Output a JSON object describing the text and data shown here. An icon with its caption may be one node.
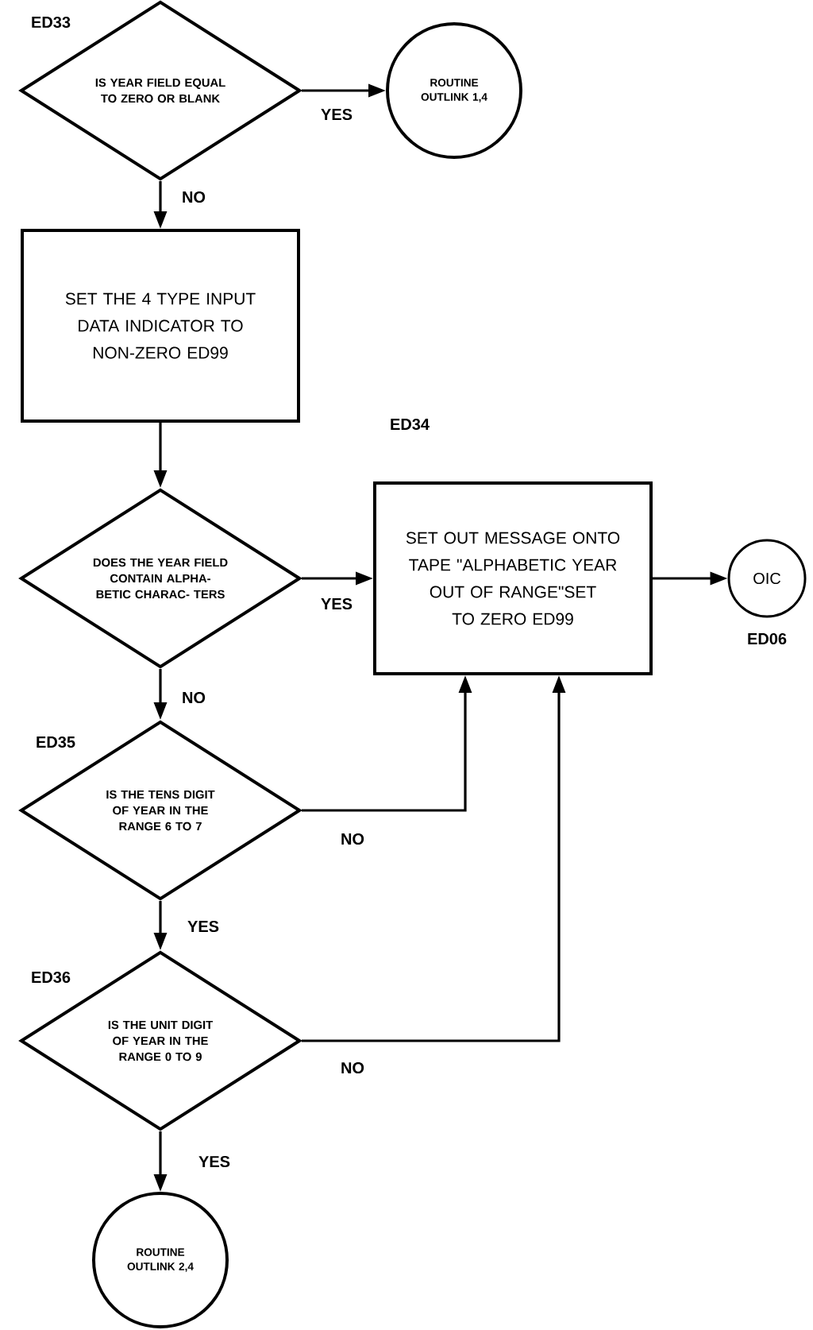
{
  "diagram": {
    "nodes": [
      {
        "text": [
          "IS YEAR FIELD EQUAL TO ZERO OR BLANK"
        ],
        "beside": [
          "ED33"
        ]
      },
      {
        "text": [
          "ROUTINE OUTLINK 1,4"
        ]
      },
      {
        "text": [
          "SET THE 4 TYPE INPUT DATA INDICATOR TO NON-ZERO ED99"
        ]
      },
      {
        "text": [
          "DOES THE YEAR FIELD CONTAIN ALPHA- BETIC CHARAC- TERS"
        ]
      },
      {
        "text": [
          "SET OUT MESSAGE ONTO TAPE \"ALPHABETIC YEAR OUT OF RANGE\"SET TO ZERO ED99"
        ],
        "beside": [
          "ED34"
        ]
      },
      {
        "text": [
          "OIC"
        ],
        "beside": [
          "ED06"
        ]
      },
      {
        "text": [
          "IS THE TENS DIGIT OF YEAR IN THE RANGE 6 TO 7"
        ],
        "beside": [
          "ED35"
        ]
      },
      {
        "text": [
          "IS THE UNIT DIGIT OF YEAR IN THE RANGE 0 TO 9"
        ],
        "beside": [
          "ED36"
        ]
      },
      {
        "text": [
          "ROUTINE OUTLINK 2,4"
        ]
      }
    ],
    "edges": [
      {
        "from": 0,
        "to": 1,
        "arrow": "to",
        "label": "YES"
      },
      {
        "from": 0,
        "to": 2,
        "arrow": "to",
        "label": "NO"
      },
      {
        "from": 2,
        "to": 3,
        "arrow": "to"
      },
      {
        "from": 3,
        "to": 4,
        "arrow": "to",
        "label": "YES"
      },
      {
        "from": 3,
        "to": 6,
        "arrow": "to",
        "label": "NO"
      },
      {
        "from": 4,
        "to": 5,
        "arrow": "to"
      },
      {
        "from": 6,
        "to": 4,
        "arrow": "to",
        "label": "NO"
      },
      {
        "from": 6,
        "to": 7,
        "arrow": "to",
        "label": "YES"
      },
      {
        "from": 7,
        "to": 4,
        "arrow": "to",
        "label": "NO"
      },
      {
        "from": 7,
        "to": 8,
        "arrow": "to",
        "label": "YES"
      }
    ]
  }
}
